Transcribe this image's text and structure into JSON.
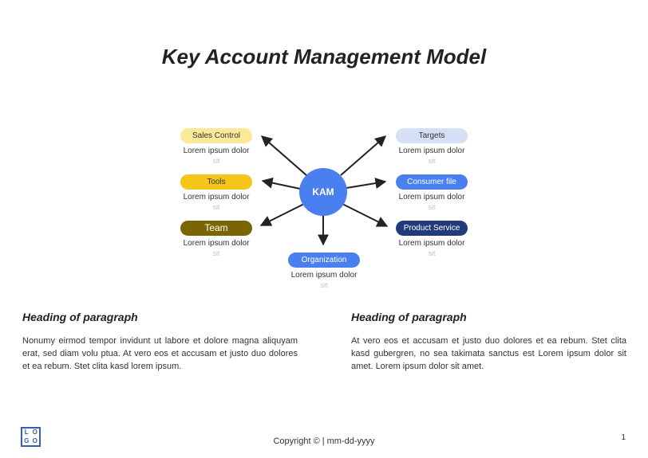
{
  "title": "Key Account Management Model",
  "center": {
    "label": "KAM",
    "color": "#4a7ff0"
  },
  "nodes": [
    {
      "label": "Sales Control",
      "text": "Lorem ipsum dolor",
      "sub": "sit",
      "color": "#fbe99a",
      "text_color": "#333333"
    },
    {
      "label": "Tools",
      "text": "Lorem ipsum dolor",
      "sub": "sit",
      "color": "#f5c518",
      "text_color": "#333333"
    },
    {
      "label": "Team",
      "text": "Lorem ipsum dolor",
      "sub": "sit",
      "color": "#7a6404",
      "text_color": "#ffffff"
    },
    {
      "label": "Targets",
      "text": "Lorem ipsum dolor",
      "sub": "sit",
      "color": "#d5e0f7",
      "text_color": "#333333"
    },
    {
      "label": "Consumer file",
      "text": "Lorem ipsum dolor",
      "sub": "sit",
      "color": "#4a7ff0",
      "text_color": "#ffffff"
    },
    {
      "label": "Product Service",
      "text": "Lorem ipsum dolor",
      "sub": "sit",
      "color": "#233a7a",
      "text_color": "#ffffff"
    },
    {
      "label": "Organization",
      "text": "Lorem ipsum dolor",
      "sub": "sit",
      "color": "#4a7ff0",
      "text_color": "#ffffff"
    }
  ],
  "paragraphs": [
    {
      "heading": "Heading of paragraph",
      "body": "Nonumy eirmod tempor invidunt ut labore et dolore magna aliquyam erat, sed diam volu ptua. At vero eos et accusam et justo duo dolores et ea rebum. Stet clita kasd lorem ipsum."
    },
    {
      "heading": "Heading of paragraph",
      "body": "At vero eos et accusam et justo duo dolores et ea rebum. Stet clita kasd gubergren, no sea takimata sanctus est Lorem ipsum dolor sit amet. Lorem ipsum dolor sit amet."
    }
  ],
  "logo": {
    "letters": [
      "L",
      "O",
      "G",
      "O"
    ],
    "color": "#3b5db0"
  },
  "footer": {
    "text": "Copyright ©  |  mm-dd-yyyy"
  },
  "page_number": "1"
}
